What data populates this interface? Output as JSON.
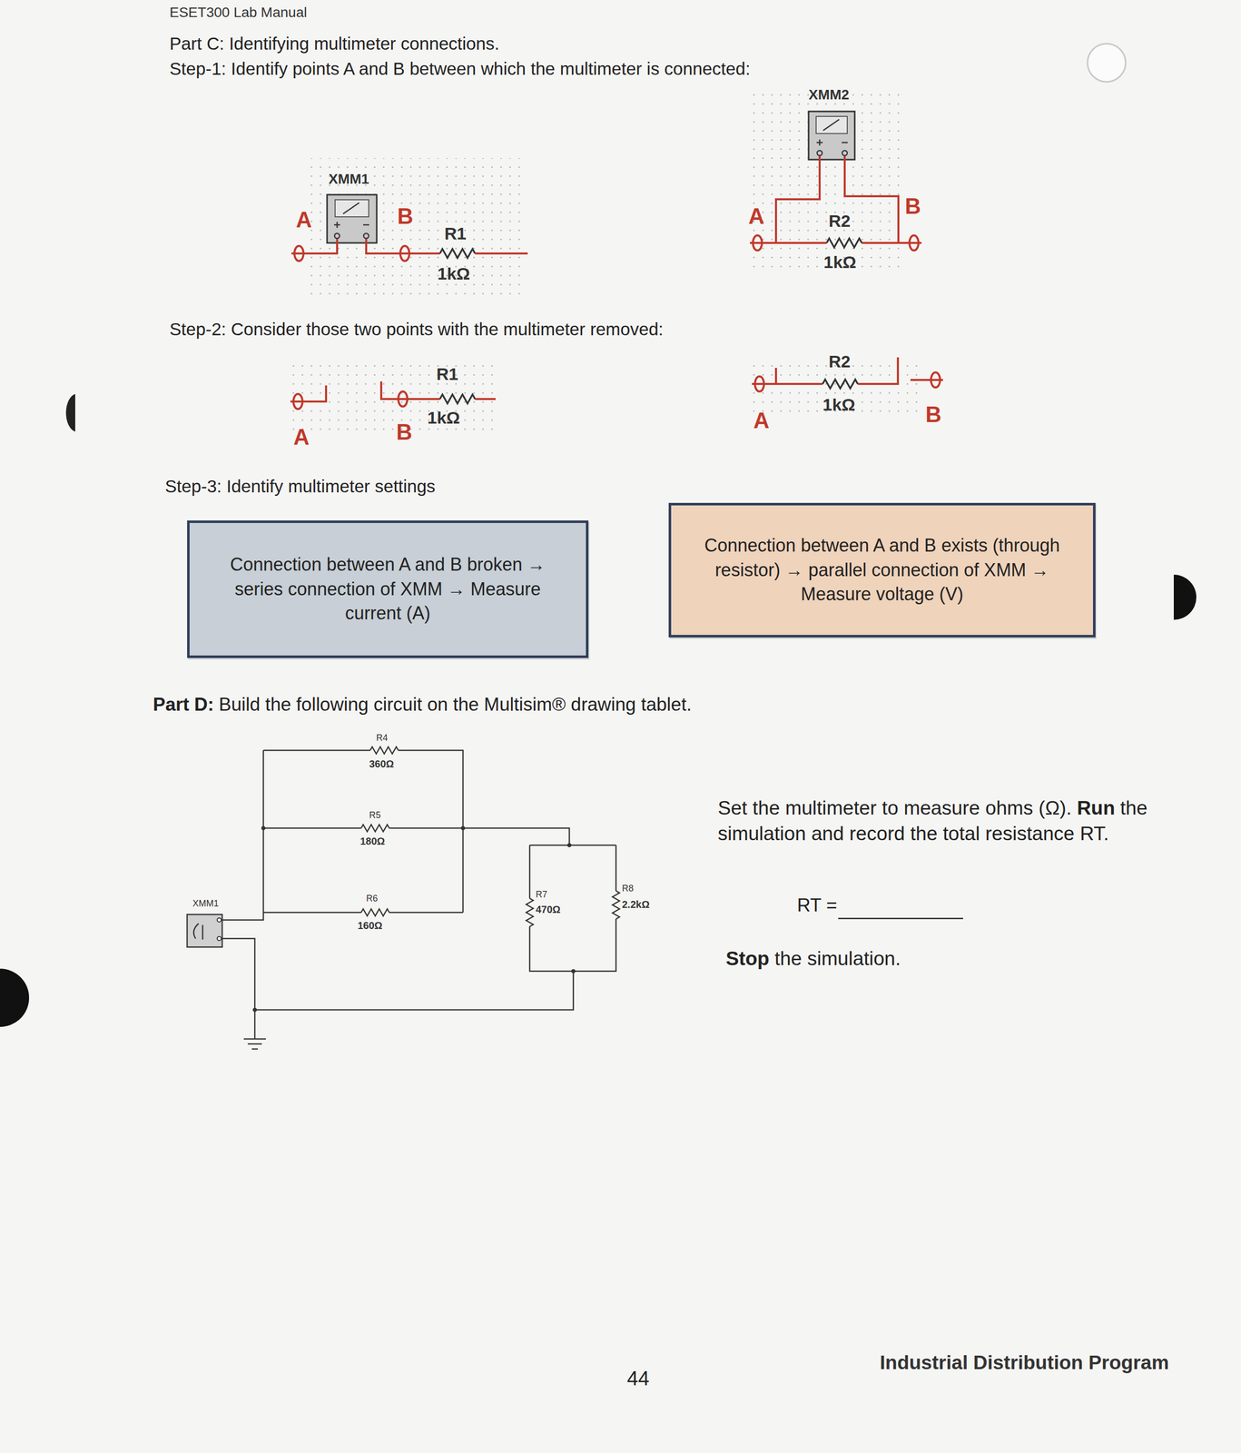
{
  "diagram": {
    "nodes": [
      {
        "text": [
          "Connection between A and B broken → series connection of XMM → Measure current (A)"
        ]
      },
      {
        "text": [
          "Connection between A and B exists (through resistor) → parallel connection of XMM → Measure voltage (V)"
        ]
      }
    ],
    "labels": [
      "ESET300 Lab Manual",
      "Part C: Identifying multimeter connections.",
      "Step-1: Identify points A and B between which the multimeter is connected:",
      "XMM1",
      "A",
      "B",
      "R1",
      "1kΩ",
      "XMM2",
      "A",
      "B",
      "R2",
      "1kΩ",
      "Step-2: Consider those two points with the multimeter removed:",
      "R1",
      "1kΩ",
      "A",
      "B",
      "R2",
      "1kΩ",
      "A",
      "B",
      "Step-3: Identify multimeter settings",
      "Part D:",
      "Build the following circuit on the Multisim® drawing tablet.",
      "R4",
      "360Ω",
      "R5",
      "180Ω",
      "R6",
      "160Ω",
      "R7",
      "470Ω",
      "R8",
      "2.2kΩ",
      "XMM1",
      "Set the multimeter to measure ohms (Ω).",
      "Run",
      "the simulation and record the total resistance RT.",
      "RT =",
      "Stop",
      "the simulation.",
      "44",
      "Industrial Distribution Program"
    ]
  }
}
